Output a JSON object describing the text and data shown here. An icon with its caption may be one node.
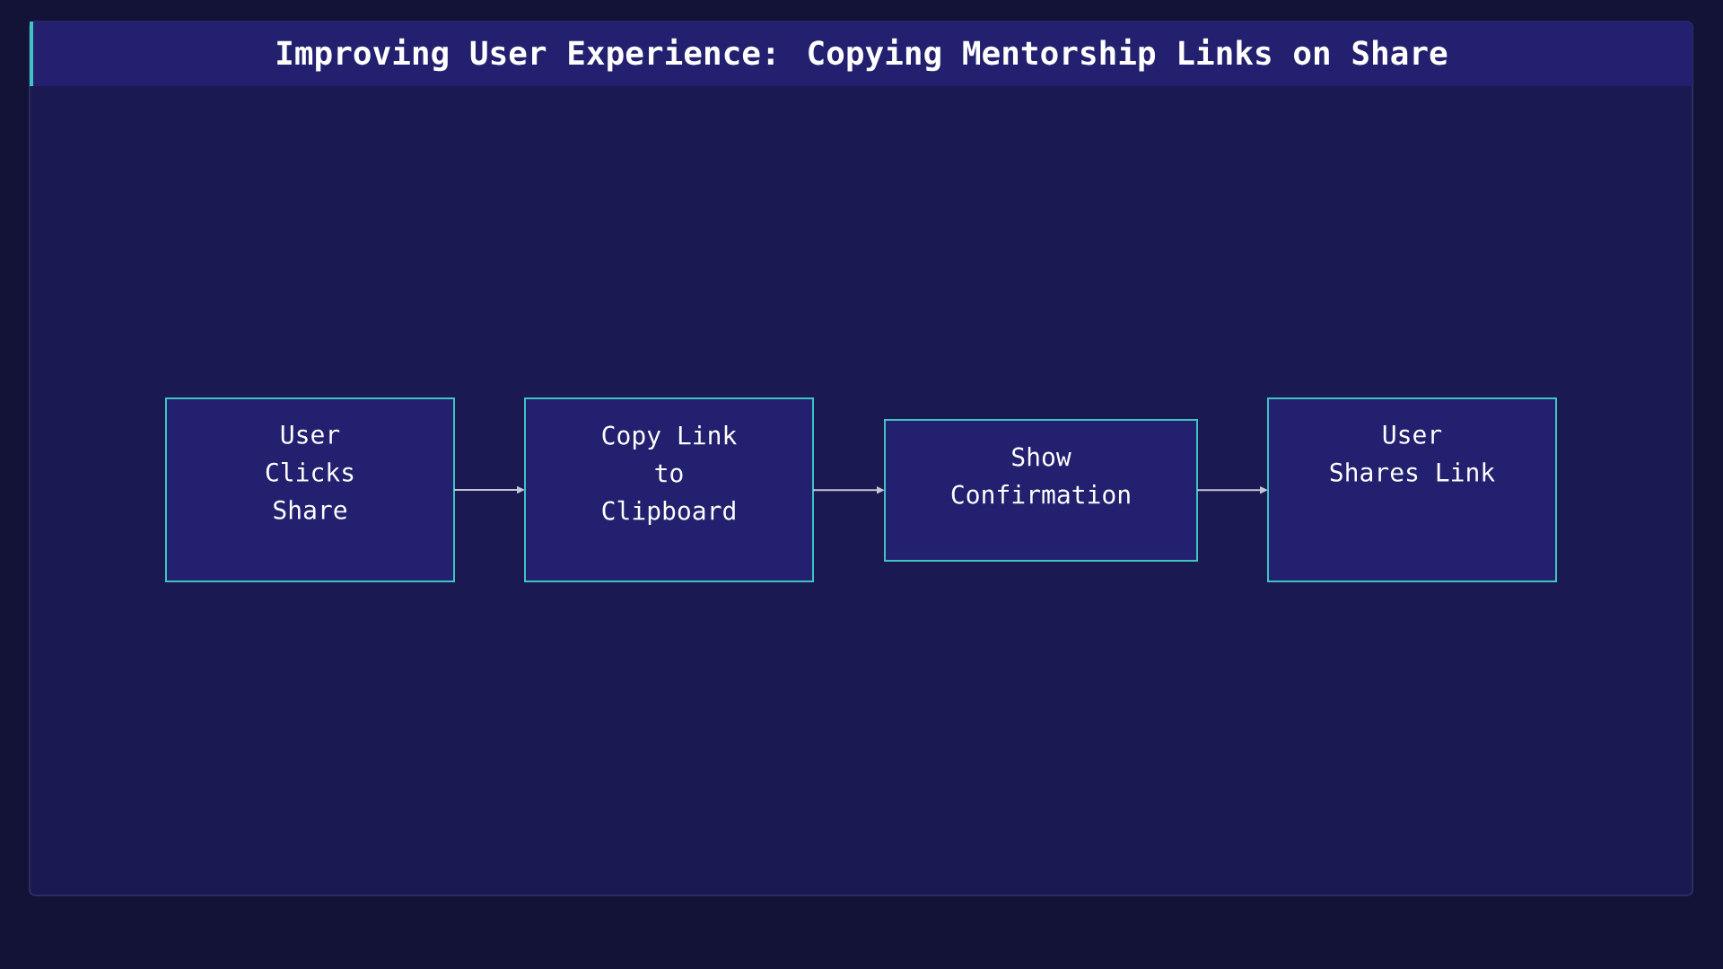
{
  "diagram": {
    "title": "Improving User Experience: Copying Mentorship Links on Share",
    "nodes": [
      {
        "text": [
          "User Clicks Share"
        ]
      },
      {
        "text": [
          "Copy Link to Clipboard"
        ]
      },
      {
        "text": [
          "Show Confirmation"
        ]
      },
      {
        "text": [
          "User Shares Link"
        ]
      }
    ],
    "edges": [
      {
        "from": 0,
        "to": 1,
        "arrow": "to"
      },
      {
        "from": 1,
        "to": 2,
        "arrow": "to"
      },
      {
        "from": 2,
        "to": 3,
        "arrow": "to"
      }
    ]
  }
}
